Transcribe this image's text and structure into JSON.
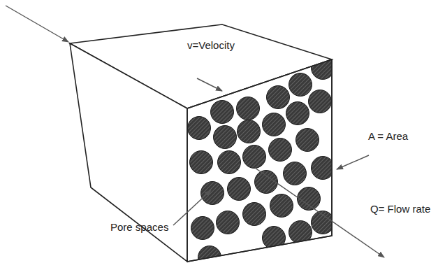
{
  "diagram": {
    "labels": [
      "v=Velocity",
      "A = Area",
      "Q= Flow rate",
      "Pore spaces"
    ]
  }
}
